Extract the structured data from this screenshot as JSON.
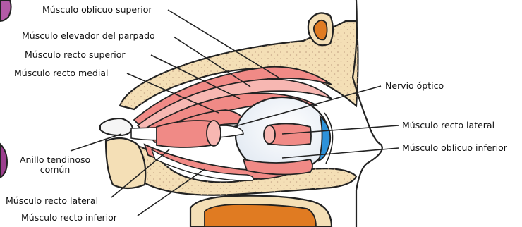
{
  "labels": {
    "oblicuo_superior": "Músculo oblicuo superior",
    "elevador_parpado": "Músculo elevador del parpado",
    "recto_superior": "Músculo recto superior",
    "recto_medial": "Músculo recto medial",
    "nervio_optico": "Nervio óptico",
    "recto_lateral_right": "Músculo recto lateral",
    "oblicuo_inferior": "Músculo oblicuo inferior",
    "anillo_tendinoso_line1": "Anillo tendinoso",
    "anillo_tendinoso_line2": "común",
    "recto_lateral_left": "Músculo recto lateral",
    "recto_inferior": "Músculo recto inferior"
  },
  "colors": {
    "bone_fill": "#f4dfb6",
    "bone_stipple": "#c9a98a",
    "muscle": "#f08a86",
    "muscle_light": "#f7b7b2",
    "eyeball": "#eef3f9",
    "iris": "#2e92d9",
    "sinus_inner": "#e07b22",
    "skin": "#ffffff"
  }
}
